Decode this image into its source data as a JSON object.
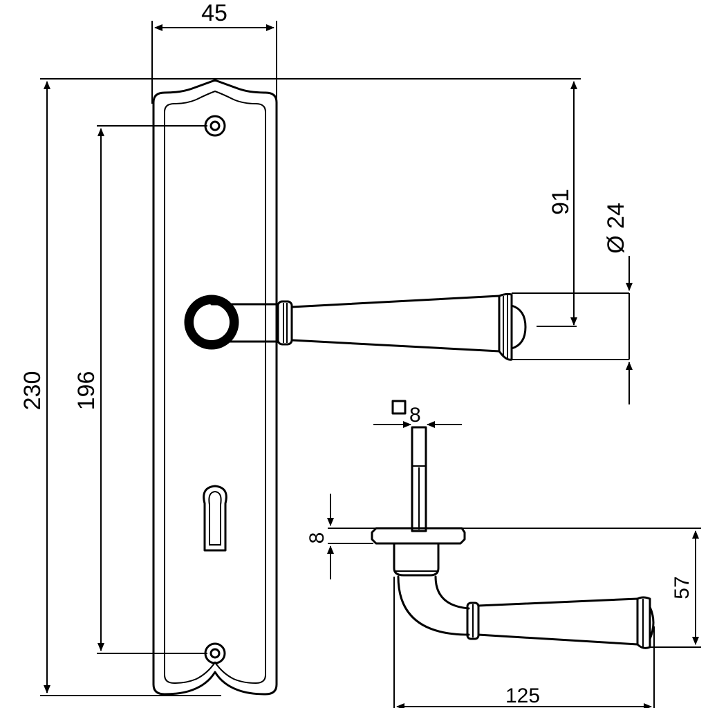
{
  "dimensions": {
    "plate_width": "45",
    "overall_height": "230",
    "hole_spacing": "196",
    "axis_offset": "91",
    "rose_diameter": "Ø 24",
    "spindle_square": "8",
    "rose_thickness": "8",
    "lever_projection": "57",
    "lever_length": "125"
  }
}
